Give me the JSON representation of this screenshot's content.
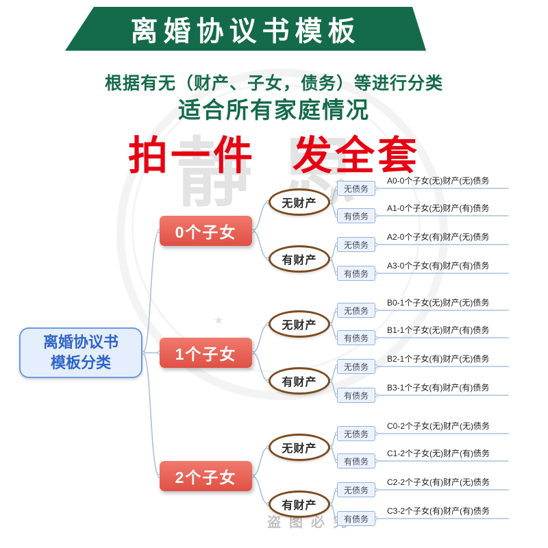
{
  "banner": {
    "title": "离婚协议书模板"
  },
  "intro": {
    "line1": "根据有无（财产、子女，债务）等进行分类",
    "line2": "适合所有家庭情况"
  },
  "headline": {
    "text": "拍一件 发全套"
  },
  "watermark": {
    "glyph1": "静",
    "glyph2": "思",
    "star": "★",
    "footer": "盗图必究"
  },
  "colors": {
    "banner_green": "#146b4a",
    "subtitle_green": "#156b49",
    "headline_red": "#e60012",
    "branch_red": "#e4574c",
    "root_border_blue": "#6d99e2",
    "root_text_blue": "#3066c6",
    "oval_border_brown": "#7d4b1f",
    "debt_box_blue": "#ecf2fb",
    "connector": "#a9c0dc"
  },
  "mindmap": {
    "root": {
      "line1": "离婚协议书",
      "line2": "模板分类"
    },
    "branches": [
      {
        "label": "0个子女",
        "assets": [
          {
            "label": "无财产",
            "debts": [
              {
                "label": "无债务",
                "leaf": "A0-0个子女(无)财产(无)债务"
              },
              {
                "label": "有债务",
                "leaf": "A1-0个子女(无)财产(有)债务"
              }
            ]
          },
          {
            "label": "有财产",
            "debts": [
              {
                "label": "无债务",
                "leaf": "A2-0个子女(有)财产(无)债务"
              },
              {
                "label": "有债务",
                "leaf": "A3-0个子女(有)财产(有)债务"
              }
            ]
          }
        ]
      },
      {
        "label": "1个子女",
        "assets": [
          {
            "label": "无财产",
            "debts": [
              {
                "label": "无债务",
                "leaf": "B0-1个子女(无)财产(无)债务"
              },
              {
                "label": "有债务",
                "leaf": "B1-1个子女(无)财产(有)债务"
              }
            ]
          },
          {
            "label": "有财产",
            "debts": [
              {
                "label": "无债务",
                "leaf": "B2-1个子女(有)财产(无)债务"
              },
              {
                "label": "有债务",
                "leaf": "B3-1个子女(有)财产(有)债务"
              }
            ]
          }
        ]
      },
      {
        "label": "2个子女",
        "assets": [
          {
            "label": "无财产",
            "debts": [
              {
                "label": "无债务",
                "leaf": "C0-2个子女(无)财产(无)债务"
              },
              {
                "label": "有债务",
                "leaf": "C1-2个子女(无)财产(有)债务"
              }
            ]
          },
          {
            "label": "有财产",
            "debts": [
              {
                "label": "无债务",
                "leaf": "C2-2个子女(有)财产(无)债务"
              },
              {
                "label": "有债务",
                "leaf": "C3-2个子女(有)财产(有)债务"
              }
            ]
          }
        ]
      }
    ]
  }
}
